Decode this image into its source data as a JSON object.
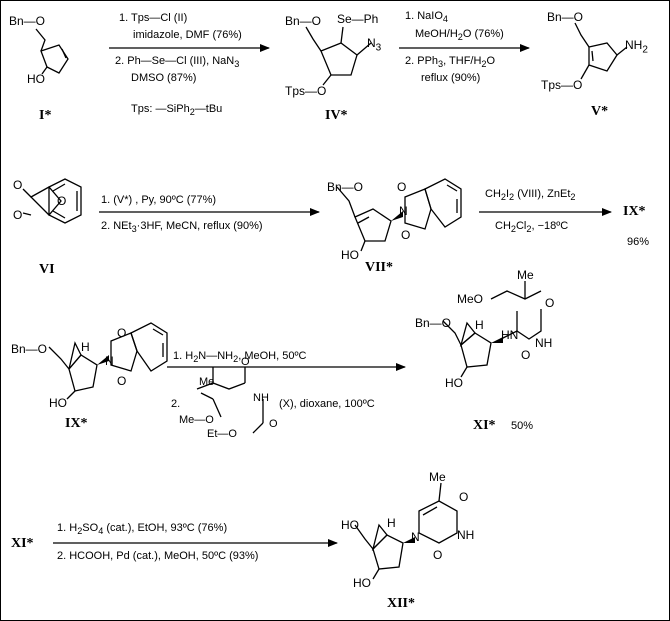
{
  "groups": {
    "bn_o": "Bn—O",
    "tps_o": "Tps—O",
    "ho": "HO",
    "se_ph": "Se—Ph",
    "n3": "N",
    "n3_sub": "3",
    "nh2": "NH",
    "nh2_sub": "2",
    "n": "N",
    "o": "O",
    "h": "H",
    "me": "Me",
    "meo": "MeO",
    "nh": "NH",
    "hn": "HN",
    "me_o": "Me—O",
    "eto": "Et—O",
    "tps_def": "Tps: —SiPh",
    "tps_def_sub": "2",
    "tps_def_end": "—tBu"
  },
  "labels": {
    "c1": "I*",
    "c4": "IV*",
    "c5": "V*",
    "c6": "VI",
    "c7": "VII*",
    "c9": "IX*",
    "c9b": "IX*",
    "c11": "XI*",
    "c11b": "XI*",
    "c12": "XII*"
  },
  "yields": {
    "ix": "96%",
    "xi": "50%"
  },
  "conditions": {
    "r1_a": "1.  Tps—Cl   (II)",
    "r1_b": "imidazole,   DMF  (76%)",
    "r1_c": "2. Ph—Se—Cl  (III), NaN",
    "r1_c_sub": "3",
    "r1_d": "DMSO   (87%)",
    "r2_a": "1. NaIO",
    "r2_a_sub": "4",
    "r2_b": "MeOH/H",
    "r2_b_sub": "2",
    "r2_b_end": "O  (76%)",
    "r2_c": "2. PPh",
    "r2_c_sub": "3",
    "r2_c_end": ", THF/H",
    "r2_c_sub2": "2",
    "r2_c_end2": "O",
    "r2_d": "reflux   (90%)",
    "r3_a": "1. (V*) ,  Py,  90ºC   (77%)",
    "r3_b": "2. NEt",
    "r3_b_sub": "3",
    "r3_b_end": "·3HF,  MeCN,  reflux   (90%)",
    "r4_a": "CH",
    "r4_a_sub": "2",
    "r4_a_i": "I",
    "r4_a_sub2": "2",
    "r4_a_end": "   (VIII),  ZnEt",
    "r4_a_sub3": "2",
    "r4_b": "CH",
    "r4_b_sub": "2",
    "r4_b_cl": "Cl",
    "r4_b_sub2": "2",
    "r4_b_end": ",   −18ºC",
    "r5_a": "1. H",
    "r5_a_sub": "2",
    "r5_a_mid": "N—NH",
    "r5_a_sub2": "2",
    "r5_a_end": ",   MeOH,   50ºC",
    "r5_b": "2.",
    "r5_c": "(X),  dioxane,  100ºC",
    "r6_a": "1.  H",
    "r6_a_sub": "2",
    "r6_a_mid": "SO",
    "r6_a_sub2": "4",
    "r6_a_end": " (cat.),   EtOH,   93ºC  (76%)",
    "r6_b": "2. HCOOH,   Pd  (cat.),  MeOH,   50ºC   (93%)"
  }
}
